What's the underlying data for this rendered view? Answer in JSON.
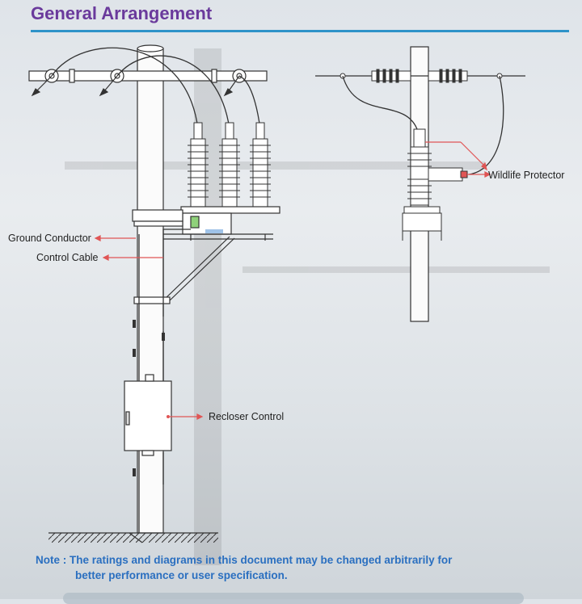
{
  "page": {
    "title": "General Arrangement"
  },
  "labels": {
    "ground_conductor": "Ground Conductor",
    "control_cable": "Control Cable",
    "recloser_control": "Recloser Control",
    "wildlife_protector": "Wildlife Protector"
  },
  "note": {
    "line1": "Note : The ratings and diagrams in this document may be changed arbitrarily for",
    "line2": "better performance or user specification."
  },
  "colors": {
    "title": "#6a3a9c",
    "rule": "#2e93c9",
    "note": "#2a6fc0",
    "arrow": "#e05555"
  }
}
